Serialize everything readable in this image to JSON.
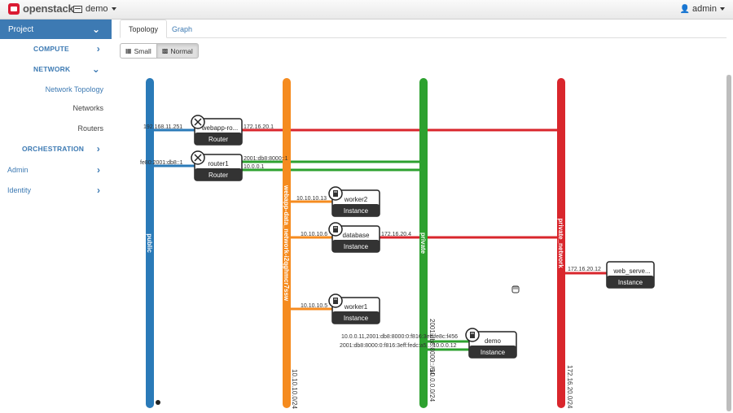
{
  "header": {
    "brand": "openstack",
    "project": "demo",
    "user": "admin"
  },
  "sidebar": {
    "project": "Project",
    "compute": "COMPUTE",
    "network": "NETWORK",
    "network_items": [
      "Network Topology",
      "Networks",
      "Routers"
    ],
    "orchestration": "ORCHESTRATION",
    "admin": "Admin",
    "identity": "Identity"
  },
  "tabs": {
    "topology": "Topology",
    "graph": "Graph"
  },
  "toggle": {
    "small": "Small",
    "normal": "Normal"
  },
  "colors": {
    "public": "#2a7ab8",
    "webapp": "#f58b1f",
    "private": "#2da12f",
    "private_network": "#d9262c",
    "active_nav": "#3d7ab3"
  },
  "networks": [
    {
      "id": "public",
      "name": "public",
      "cidr": ""
    },
    {
      "id": "webapp",
      "name": "webapp-data_network-i2qghmcr7ssw",
      "cidr": "10.10.10.0/24"
    },
    {
      "id": "private",
      "name": "private",
      "cidr": "10.0.0.0/24",
      "cidr2": "2001:db8:8000::/64"
    },
    {
      "id": "private_network",
      "name": "private_network",
      "cidr": "172.16.20.0/24"
    }
  ],
  "devices": [
    {
      "id": "router-webapp",
      "name": "webapp-ro...",
      "type": "Router",
      "icon": "router-icon"
    },
    {
      "id": "router1",
      "name": "router1",
      "type": "Router",
      "icon": "router-icon"
    },
    {
      "id": "worker2",
      "name": "worker2",
      "type": "Instance",
      "icon": "server-icon"
    },
    {
      "id": "database",
      "name": "database",
      "type": "Instance",
      "icon": "server-icon"
    },
    {
      "id": "web-server",
      "name": "web_serve...",
      "type": "Instance",
      "icon": "server-icon"
    },
    {
      "id": "worker1",
      "name": "worker1",
      "type": "Instance",
      "icon": "server-icon"
    },
    {
      "id": "demo",
      "name": "demo",
      "type": "Instance",
      "icon": "server-icon"
    }
  ],
  "port_labels": {
    "webapp_public": "192.168.11.251",
    "webapp_private_net": "172.16.20.1",
    "router1_public": "fe80:2001:db8::1",
    "router1_private_v6": "2001:db8:8000::1",
    "router1_private_v4": "10.0.0.1",
    "worker2_webapp": "10.10.10.13",
    "database_webapp": "10.10.10.6",
    "database_private_net": "172.16.20.4",
    "web_server_private_net": "172.16.20.12",
    "worker1_webapp": "10.10.10.5",
    "demo_private_multi": "10.0.0.11,2001:db8:8000:0:f816:3eff:fe8c:f456",
    "demo_private_multi2": "2001:db8:8000:0:f816:3eff:fedc:a5...,10.0.0.12"
  }
}
